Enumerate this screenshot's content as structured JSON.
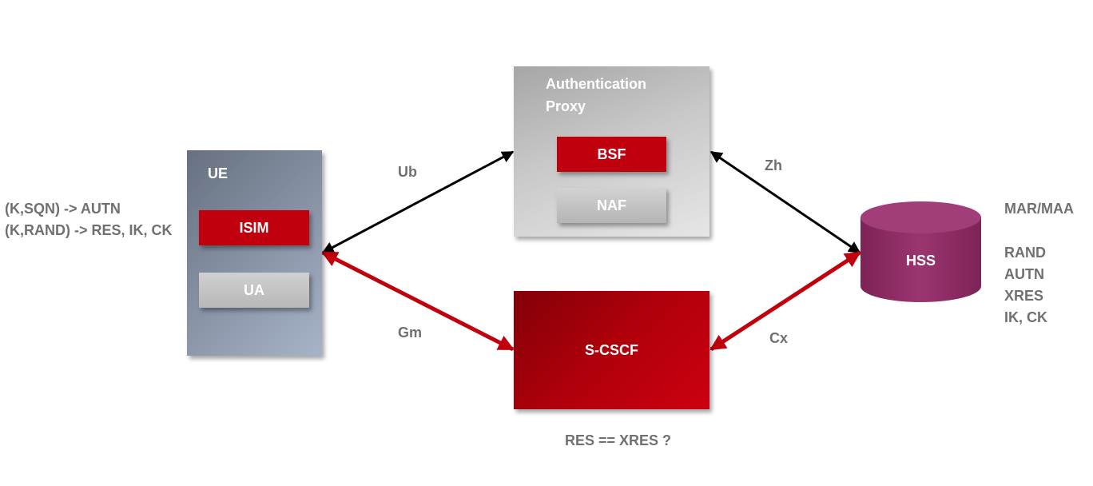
{
  "nodes": {
    "ue": {
      "label": "UE",
      "isim": "ISIM",
      "ua": "UA"
    },
    "proxy": {
      "label": "Authentication Proxy",
      "bsf": "BSF",
      "naf": "NAF"
    },
    "scscf": {
      "label": "S-CSCF"
    },
    "hss": {
      "label": "HSS"
    }
  },
  "interfaces": {
    "ub": "Ub",
    "zh": "Zh",
    "gm": "Gm",
    "cx": "Cx"
  },
  "notes": {
    "left": [
      "(K,SQN) -> AUTN",
      "(K,RAND) -> RES, IK, CK"
    ],
    "right_header": "MAR/MAA",
    "right_values": [
      "RAND",
      "AUTN",
      "XRES",
      "IK, CK"
    ],
    "bottom": "RES == XRES ?"
  },
  "colors": {
    "red_arrow": "#c1000d",
    "black_arrow": "#000000",
    "hss": "#97306a",
    "label_grey": "#707070"
  }
}
